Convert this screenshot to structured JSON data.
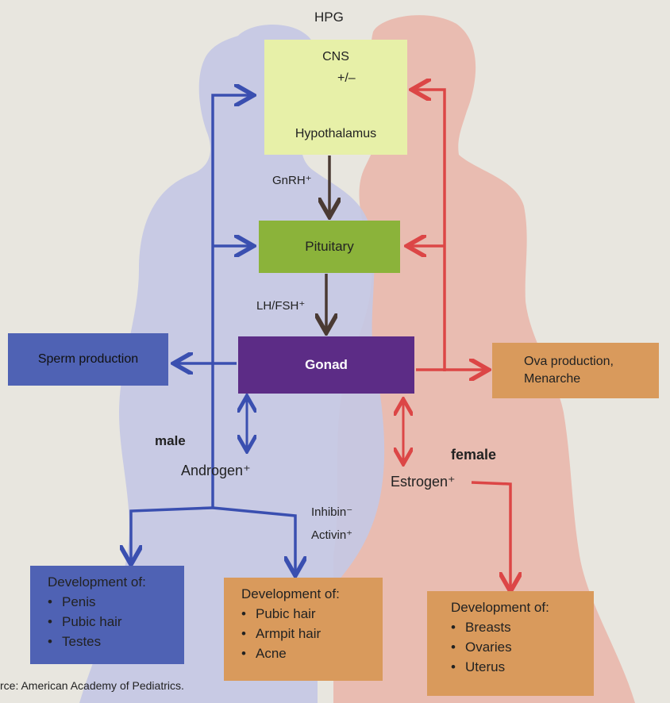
{
  "diagram": {
    "title": "HPG",
    "cns": "CNS",
    "cns_modulation": "+/–",
    "hypothalamus": "Hypothalamus",
    "gnrh": "GnRH⁺",
    "pituitary": "Pituitary",
    "lh_fsh": "LH/FSH⁺",
    "gonad": "Gonad",
    "sperm": "Sperm production",
    "ova_line1": "Ova production,",
    "ova_line2": "Menarche",
    "male_label": "male",
    "female_label": "female",
    "androgen": "Androgen⁺",
    "estrogen": "Estrogen⁺",
    "inhibin": "Inhibin⁻",
    "activin": "Activin⁺",
    "dev_male": {
      "heading": "Development of:",
      "items": [
        "Penis",
        "Pubic hair",
        "Testes"
      ]
    },
    "dev_mid": {
      "heading": "Development of:",
      "items": [
        "Pubic hair",
        "Armpit hair",
        "Acne"
      ]
    },
    "dev_female": {
      "heading": "Development of:",
      "items": [
        "Breasts",
        "Ovaries",
        "Uterus"
      ]
    },
    "source": "rce: American Academy of Pediatrics."
  },
  "colors": {
    "male_arrow": "#3a4fb0",
    "female_arrow": "#dc4646",
    "center_arrow": "#4a3a33",
    "male_silhouette": "#c4c8e4",
    "female_silhouette": "#e9b7ac"
  }
}
